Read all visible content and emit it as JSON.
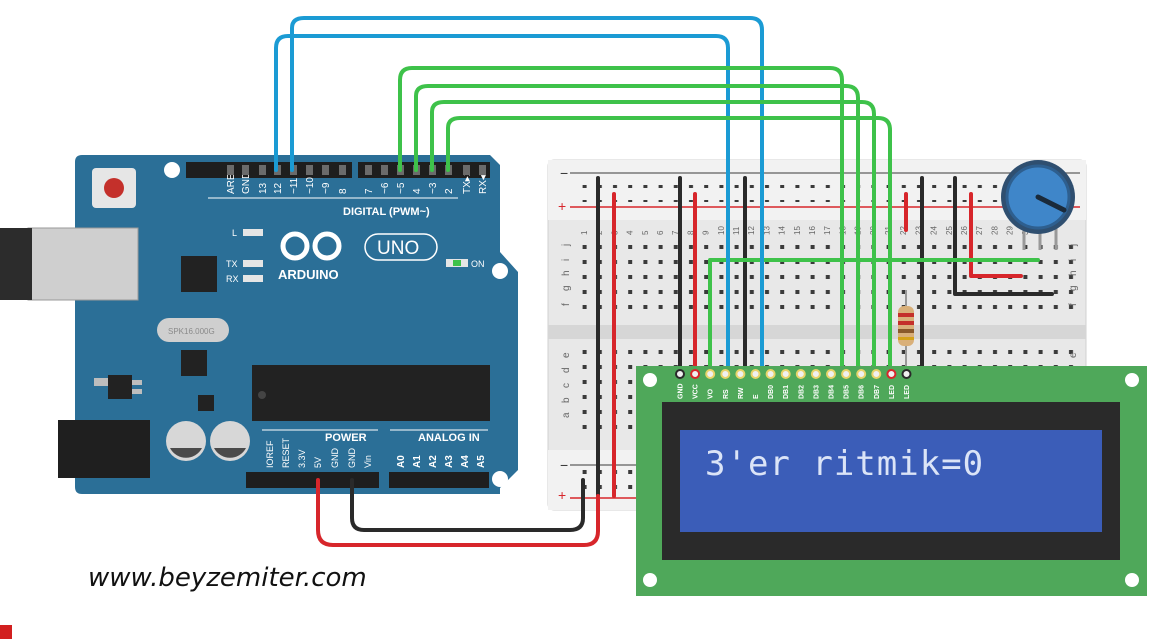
{
  "watermark": "www.beyzemiter.com",
  "arduino": {
    "brand": "ARDUINO",
    "model": "UNO",
    "digital_label": "DIGITAL (PWM~)",
    "power_label": "POWER",
    "analog_label": "ANALOG IN",
    "on_label": "ON",
    "l_label": "L",
    "tx_label": "TX",
    "rx_label": "RX",
    "crystal_label": "SPK16.000G",
    "top_header_pins": [
      "AREF",
      "GND",
      "13",
      "12",
      "~11",
      "~10",
      "~9",
      "8",
      "7",
      "~6",
      "~5",
      "4",
      "~3",
      "2",
      "TX▸1",
      "RX◂0"
    ],
    "power_pins": [
      "IOREF",
      "RESET",
      "3.3V",
      "5V",
      "GND",
      "GND",
      "Vin"
    ],
    "analog_pins": [
      "A0",
      "A1",
      "A2",
      "A3",
      "A4",
      "A5"
    ]
  },
  "breadboard": {
    "rail_minus": "−",
    "rail_plus": "+",
    "row_letters_top": [
      "j",
      "i",
      "h",
      "g",
      "f"
    ],
    "row_letters_bottom": [
      "e",
      "d",
      "c",
      "b",
      "a"
    ],
    "column_numbers": [
      "1",
      "2",
      "3",
      "4",
      "5",
      "6",
      "7",
      "8",
      "9",
      "10",
      "11",
      "12",
      "13",
      "14",
      "15",
      "16",
      "17",
      "18",
      "19",
      "20",
      "21",
      "22",
      "23",
      "24",
      "25",
      "26",
      "27",
      "28",
      "29",
      "30"
    ]
  },
  "lcd": {
    "text": "3'er ritmik=0",
    "pins": [
      "GND",
      "VCC",
      "VO",
      "RS",
      "RW",
      "E",
      "DB0",
      "DB1",
      "DB2",
      "DB3",
      "DB4",
      "DB5",
      "DB6",
      "DB7",
      "LED",
      "LED"
    ]
  },
  "colors": {
    "arduino_board": "#2b6f97",
    "breadboard": "#e9e9e9",
    "lcd_board": "#4fa85a",
    "lcd_screen": "#3b5db8",
    "lcd_text": "#dbe4f7",
    "wire_blue": "#1b9bd4",
    "wire_green": "#3ec24a",
    "wire_red": "#d7262b",
    "wire_black": "#2a2a2a"
  }
}
